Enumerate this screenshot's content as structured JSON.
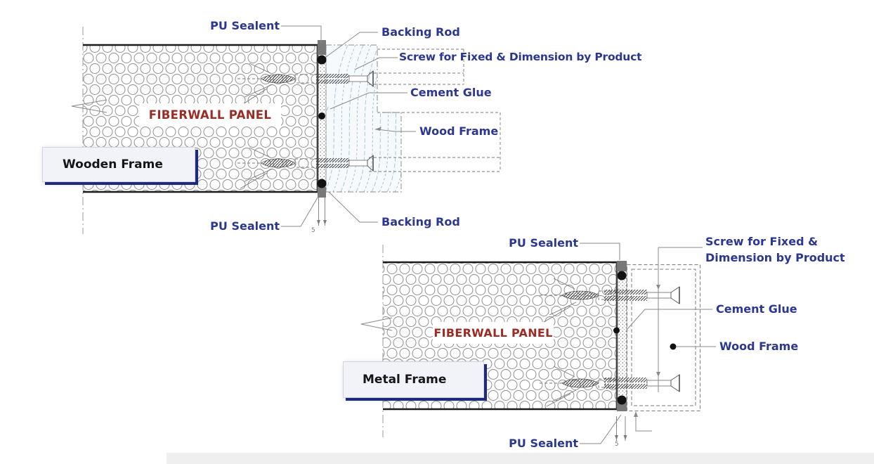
{
  "page": {
    "background": "#ffffff",
    "footer_strip_color": "#efefef"
  },
  "colors": {
    "callout_text": "#2b3790",
    "panel_name_text": "#9c2b24",
    "frame_box_shadow": "#1c2b7d",
    "linework": "#8a8a8a",
    "sealant": "#787878",
    "backing_rod": "#111111"
  },
  "diagrams": [
    {
      "id": "wooden-frame-detail",
      "frame_box_label": "Wooden Frame",
      "panel_label": "FIBERWALL PANEL",
      "callouts": {
        "pu_sealent_top": "PU Sealent",
        "backing_rod_top": "Backing Rod",
        "screw": "Screw for Fixed & Dimension by Product",
        "cement_glue": "Cement Glue",
        "wood_frame": "Wood Frame",
        "pu_sealent_bottom": "PU Sealent",
        "backing_rod_bottom": "Backing Rod",
        "joint_dimension": "5"
      }
    },
    {
      "id": "metal-frame-detail",
      "frame_box_label": "Metal Frame",
      "panel_label": "FIBERWALL PANEL",
      "callouts": {
        "pu_sealent_top": "PU Sealent",
        "screw_line1": "Screw for Fixed &",
        "screw_line2": "Dimension by Product",
        "cement_glue": "Cement Glue",
        "wood_frame": "Wood Frame",
        "pu_sealent_bottom": "PU Sealent",
        "joint_dimension": "5"
      }
    }
  ]
}
